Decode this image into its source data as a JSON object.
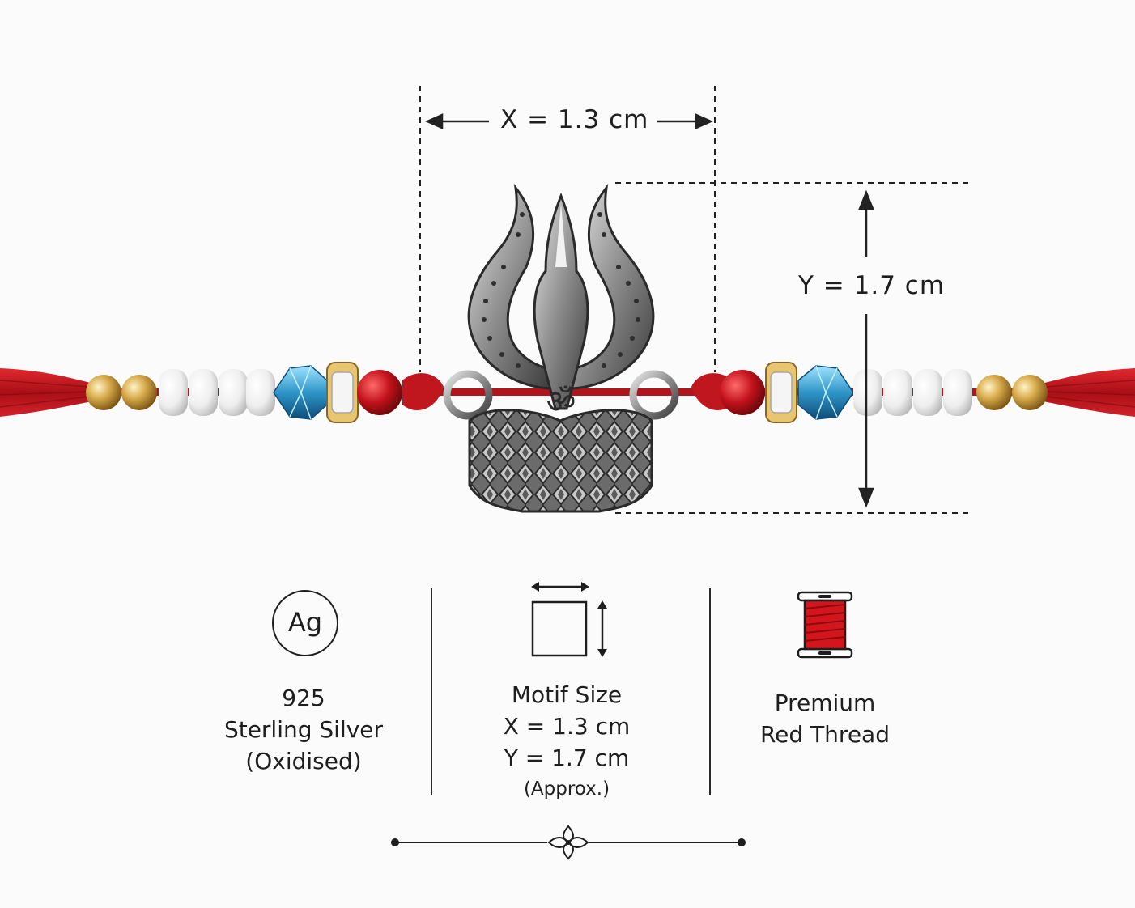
{
  "dimensions": {
    "width_label": "X = 1.3 cm",
    "height_label": "Y = 1.7 cm"
  },
  "features": [
    {
      "icon": "silver-ag-icon",
      "icon_text": "Ag",
      "lines": [
        "925",
        "Sterling Silver",
        "(Oxidised)"
      ]
    },
    {
      "icon": "motif-size-icon",
      "lines": [
        "Motif Size",
        "X = 1.3 cm",
        "Y = 1.7 cm"
      ],
      "note": "(Approx.)"
    },
    {
      "icon": "thread-spool-icon",
      "lines": [
        "Premium",
        "Red Thread"
      ]
    }
  ],
  "colors": {
    "thread": "#c8141a",
    "silver": "#8a8a8a",
    "crystal": "#3aa6d6",
    "gold": "#d4a84a",
    "pearl": "#f2f2f2",
    "bead_red": "#b5121b"
  }
}
